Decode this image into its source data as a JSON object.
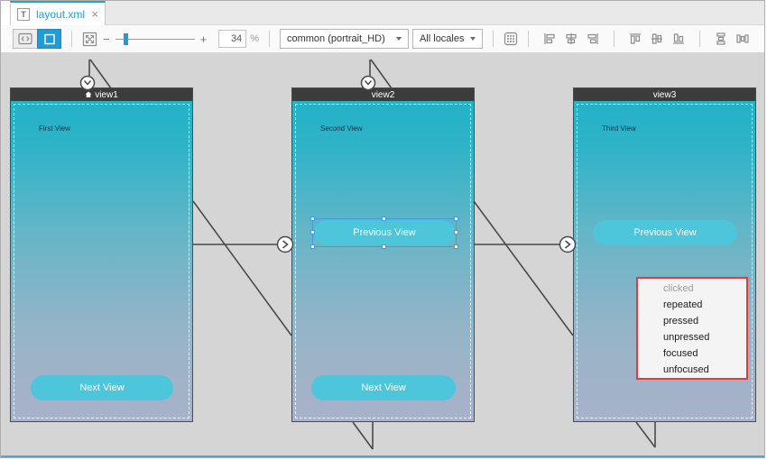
{
  "tab": {
    "icon_letter": "T",
    "title": "layout.xml",
    "close_glyph": "×"
  },
  "toolbar": {
    "zoom_minus": "−",
    "zoom_plus": "+",
    "zoom_value": "34",
    "zoom_unit": "%",
    "config_dropdown": "common (portrait_HD)",
    "locale_dropdown": "All locales"
  },
  "views": {
    "view1": {
      "name": "view1",
      "label": "First View",
      "next_button": "Next View"
    },
    "view2": {
      "name": "view2",
      "label": "Second View",
      "prev_button": "Previous View",
      "next_button": "Next View"
    },
    "view3": {
      "name": "view3",
      "label": "Third View",
      "prev_button": "Previous View"
    }
  },
  "event_popup": {
    "items": [
      "clicked",
      "repeated",
      "pressed",
      "unpressed",
      "focused",
      "unfocused"
    ]
  },
  "colors": {
    "accent_blue": "#1e9cd7",
    "tab_title": "#1ba0d8",
    "view_header": "#3c3c3c",
    "gradient_top": "#23b2c8",
    "gradient_bottom": "#a9b2ca",
    "button_fill": "#4dc6db",
    "selection_blue": "#3f9ede",
    "popup_border": "#e23b3b",
    "canvas_bg": "#d5d5d5",
    "connector_line": "#4a4a4a"
  }
}
